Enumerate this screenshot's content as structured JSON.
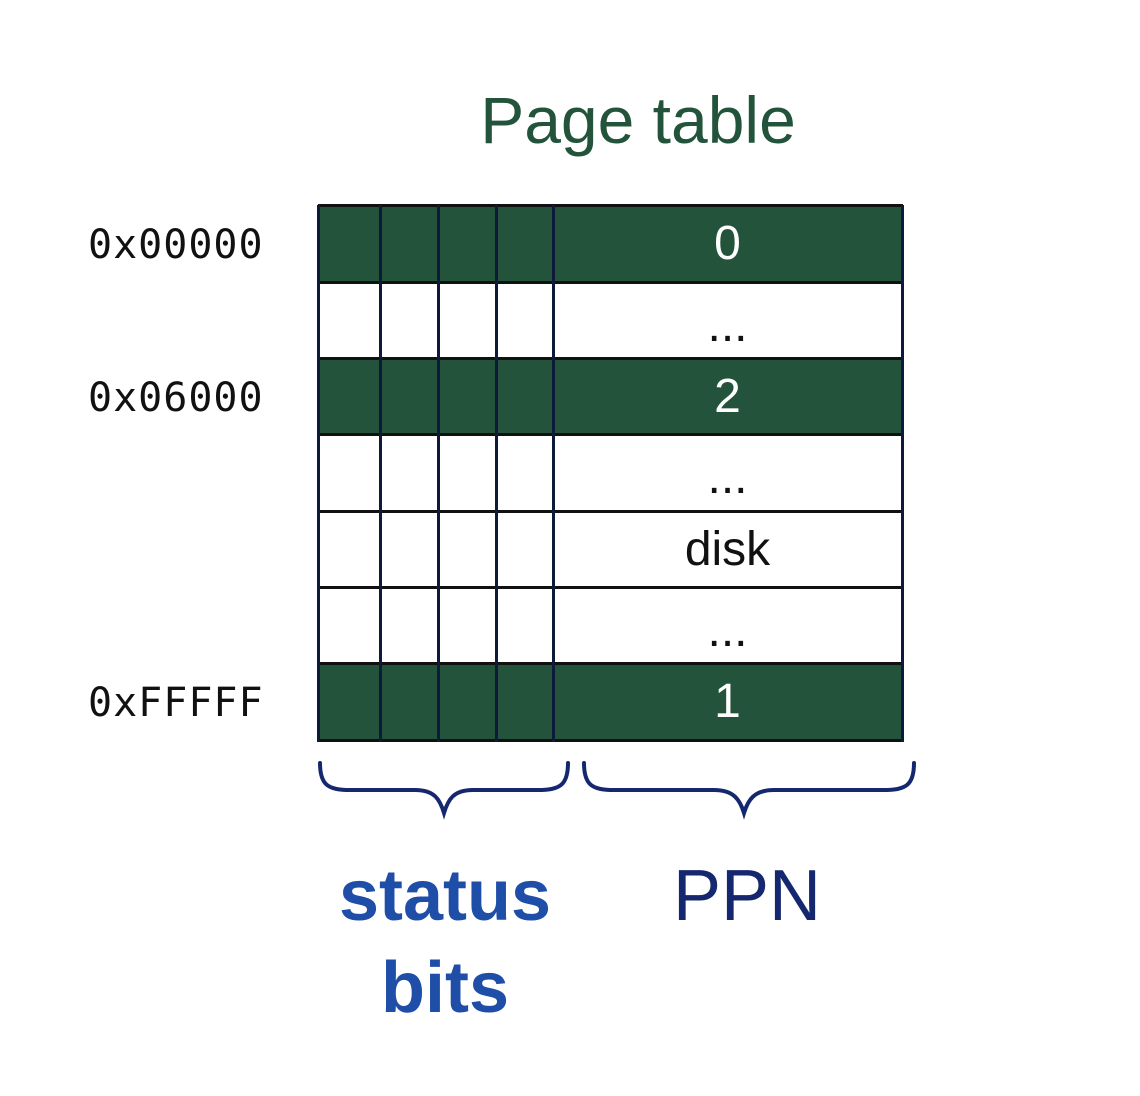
{
  "title": "Page table",
  "colors": {
    "valid_row": "#23543b",
    "title": "#23543b",
    "grid": "#111111",
    "brace": "#15276e",
    "status_label": "#1f4ea8",
    "ppn_label": "#15276e"
  },
  "addresses": [
    "0x00000",
    "0x06000",
    "0xFFFFF"
  ],
  "rows": [
    {
      "ppn": "0",
      "valid": true,
      "address": "0x00000"
    },
    {
      "ppn": "...",
      "valid": false
    },
    {
      "ppn": "2",
      "valid": true,
      "address": "0x06000"
    },
    {
      "ppn": "...",
      "valid": false
    },
    {
      "ppn": "disk",
      "valid": false
    },
    {
      "ppn": "...",
      "valid": false
    },
    {
      "ppn": "1",
      "valid": true,
      "address": "0xFFFFF"
    }
  ],
  "status_bit_columns": 4,
  "labels": {
    "status_line1": "status",
    "status_line2": "bits",
    "ppn": "PPN"
  }
}
